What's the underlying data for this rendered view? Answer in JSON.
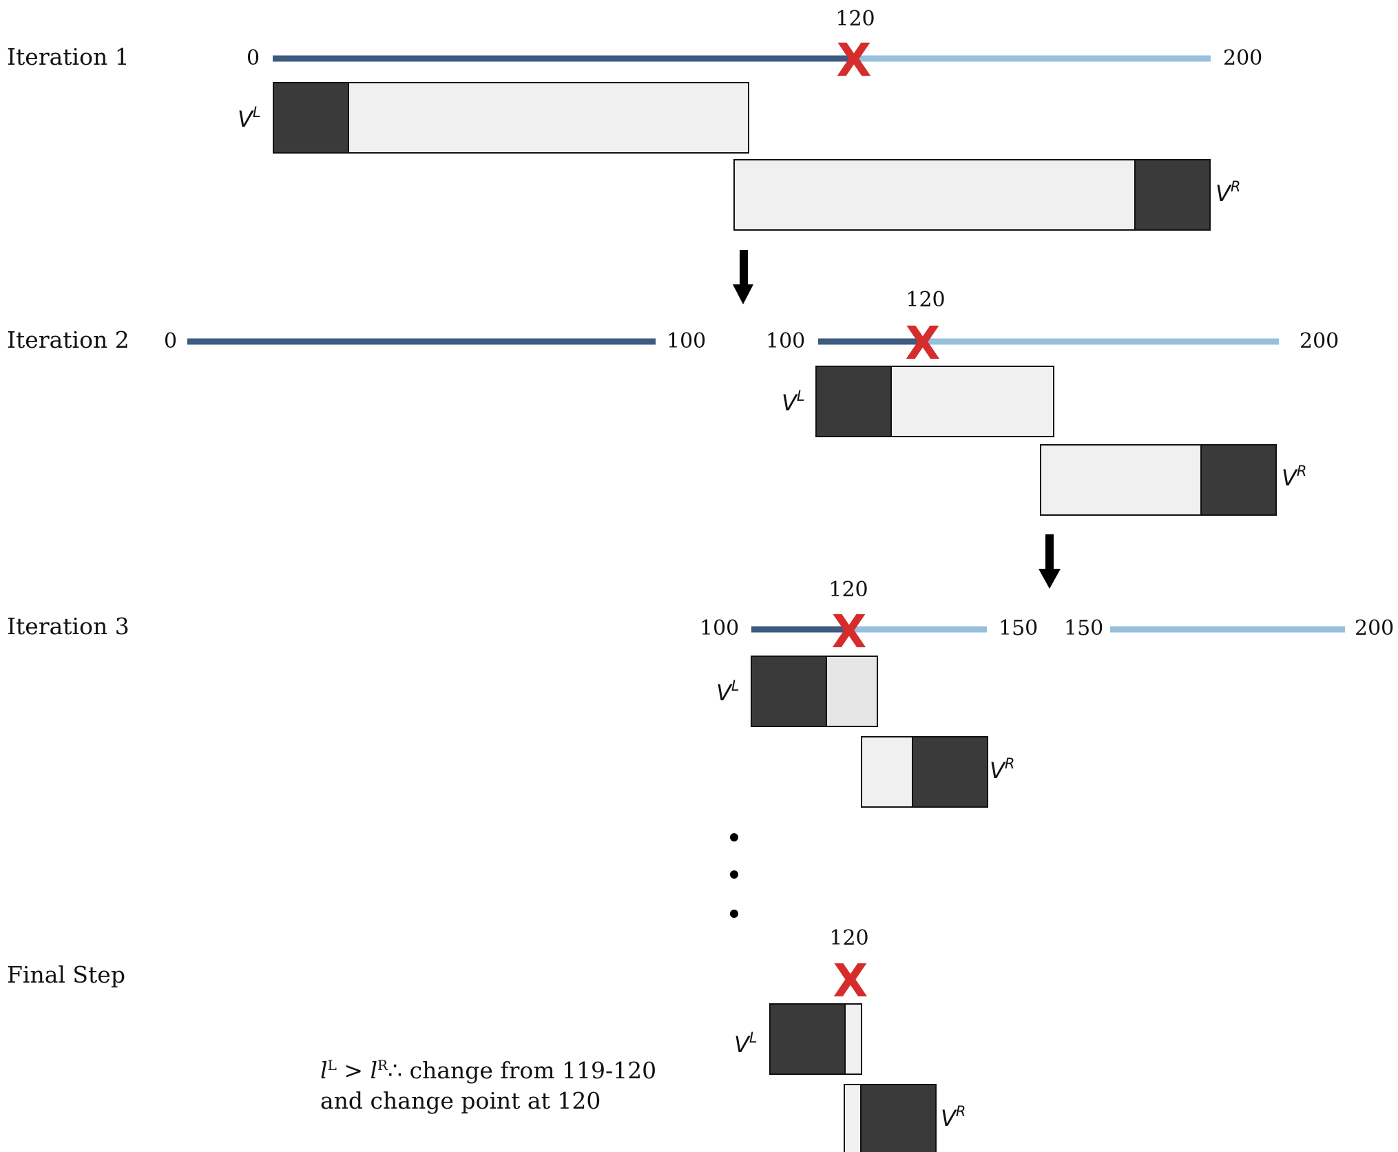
{
  "colors": {
    "dark_segment": "#3d5a80",
    "light_segment": "#96c0dc",
    "box_dark": "#3a3a3a",
    "box_light": "#f0f0f0",
    "change_point_mark": "#d62c2c"
  },
  "iterations": [
    {
      "label": "Iteration 1",
      "axis": [
        {
          "start": "0",
          "end": "200"
        }
      ],
      "change_point": "120",
      "vl": {
        "v": "V",
        "sup": "L"
      },
      "vr": {
        "v": "V",
        "sup": "R"
      }
    },
    {
      "label": "Iteration 2",
      "axis": [
        {
          "start": "0",
          "end": "100"
        },
        {
          "start": "100",
          "end": "200"
        }
      ],
      "change_point": "120",
      "vl": {
        "v": "V",
        "sup": "L"
      },
      "vr": {
        "v": "V",
        "sup": "R"
      }
    },
    {
      "label": "Iteration 3",
      "axis": [
        {
          "start": "100",
          "end": "150"
        },
        {
          "start": "150",
          "end": "200"
        }
      ],
      "change_point": "120",
      "vl": {
        "v": "V",
        "sup": "L"
      },
      "vr": {
        "v": "V",
        "sup": "R"
      }
    }
  ],
  "final_step": {
    "label": "Final Step",
    "change_point": "120",
    "vl": {
      "v": "V",
      "sup": "L"
    },
    "vr": {
      "v": "V",
      "sup": "R"
    }
  },
  "conclusion": {
    "l": "l",
    "l_sup_left": "L",
    "operator": " > ",
    "l_sup_right": "R",
    "therefore": "∴",
    "text": " change from 119-120 and change point at 120"
  },
  "cross_symbol": "X",
  "ellipsis": "⋮"
}
